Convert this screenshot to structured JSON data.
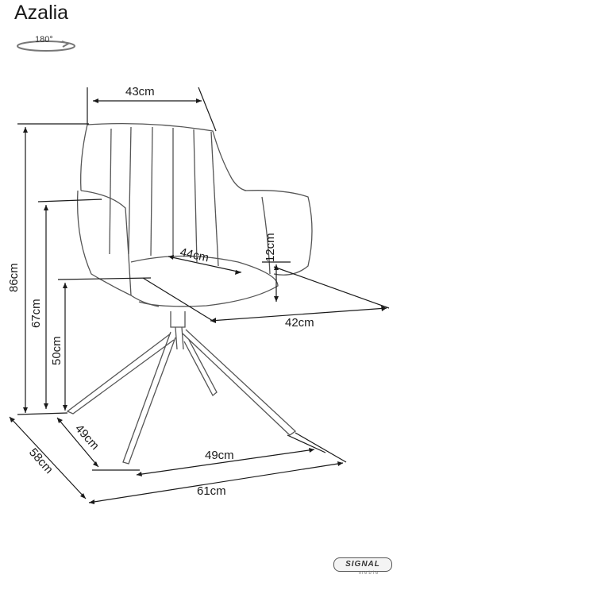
{
  "product": {
    "name": "Azalia",
    "rotation": "180°"
  },
  "dimensions": {
    "top_width": "43cm",
    "total_height": "86cm",
    "armrest_height": "67cm",
    "seat_height": "50cm",
    "seat_depth": "44cm",
    "armrest_above_seat": "12cm",
    "seat_width": "42cm",
    "base_depth": "49cm",
    "base_width": "49cm",
    "total_depth": "58cm",
    "total_width": "61cm"
  },
  "brand": {
    "logo_text": "SIGNAL",
    "logo_subtext": "meble"
  },
  "colors": {
    "line": "#1a1a1a",
    "chair_outline": "#555555"
  }
}
